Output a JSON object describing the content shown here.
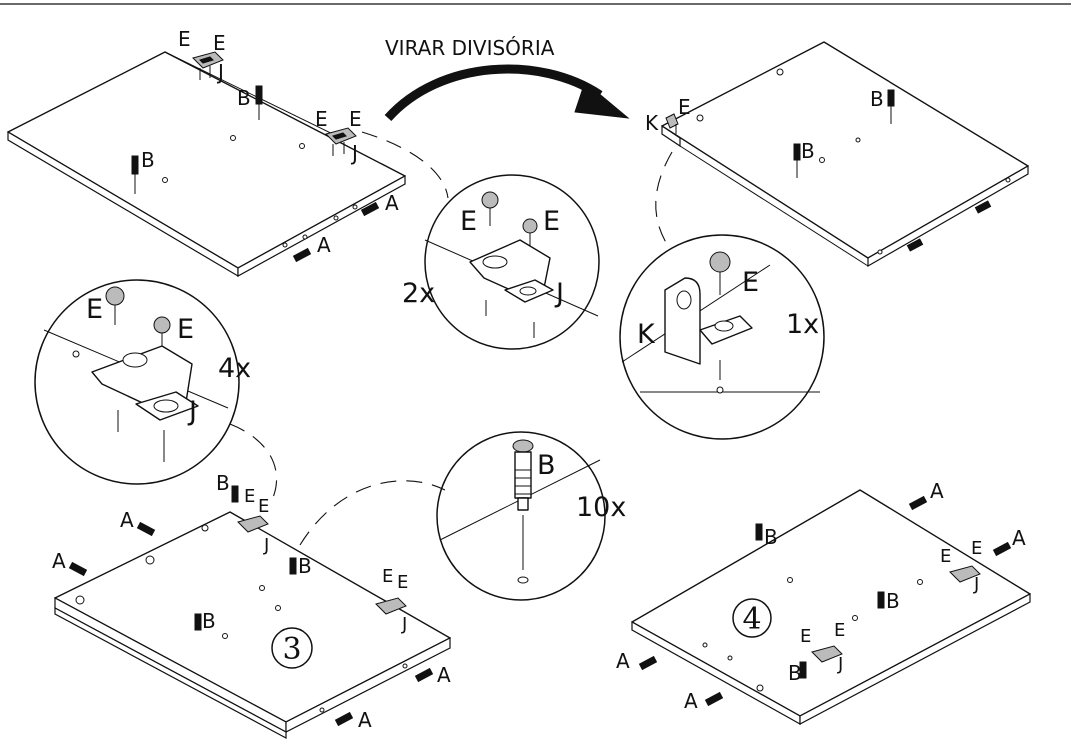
{
  "header": {
    "title": "VIRAR DIVISÓRIA"
  },
  "labels": {
    "part_a": "A",
    "part_b": "B",
    "part_e": "E",
    "part_j": "J",
    "part_k": "K"
  },
  "details": {
    "bracket_top_qty": "2x",
    "bracket_left_qty": "4x",
    "dowel_qty": "10x",
    "small_bracket_qty": "1x"
  },
  "steps": {
    "step_3": "3",
    "step_4": "4"
  }
}
